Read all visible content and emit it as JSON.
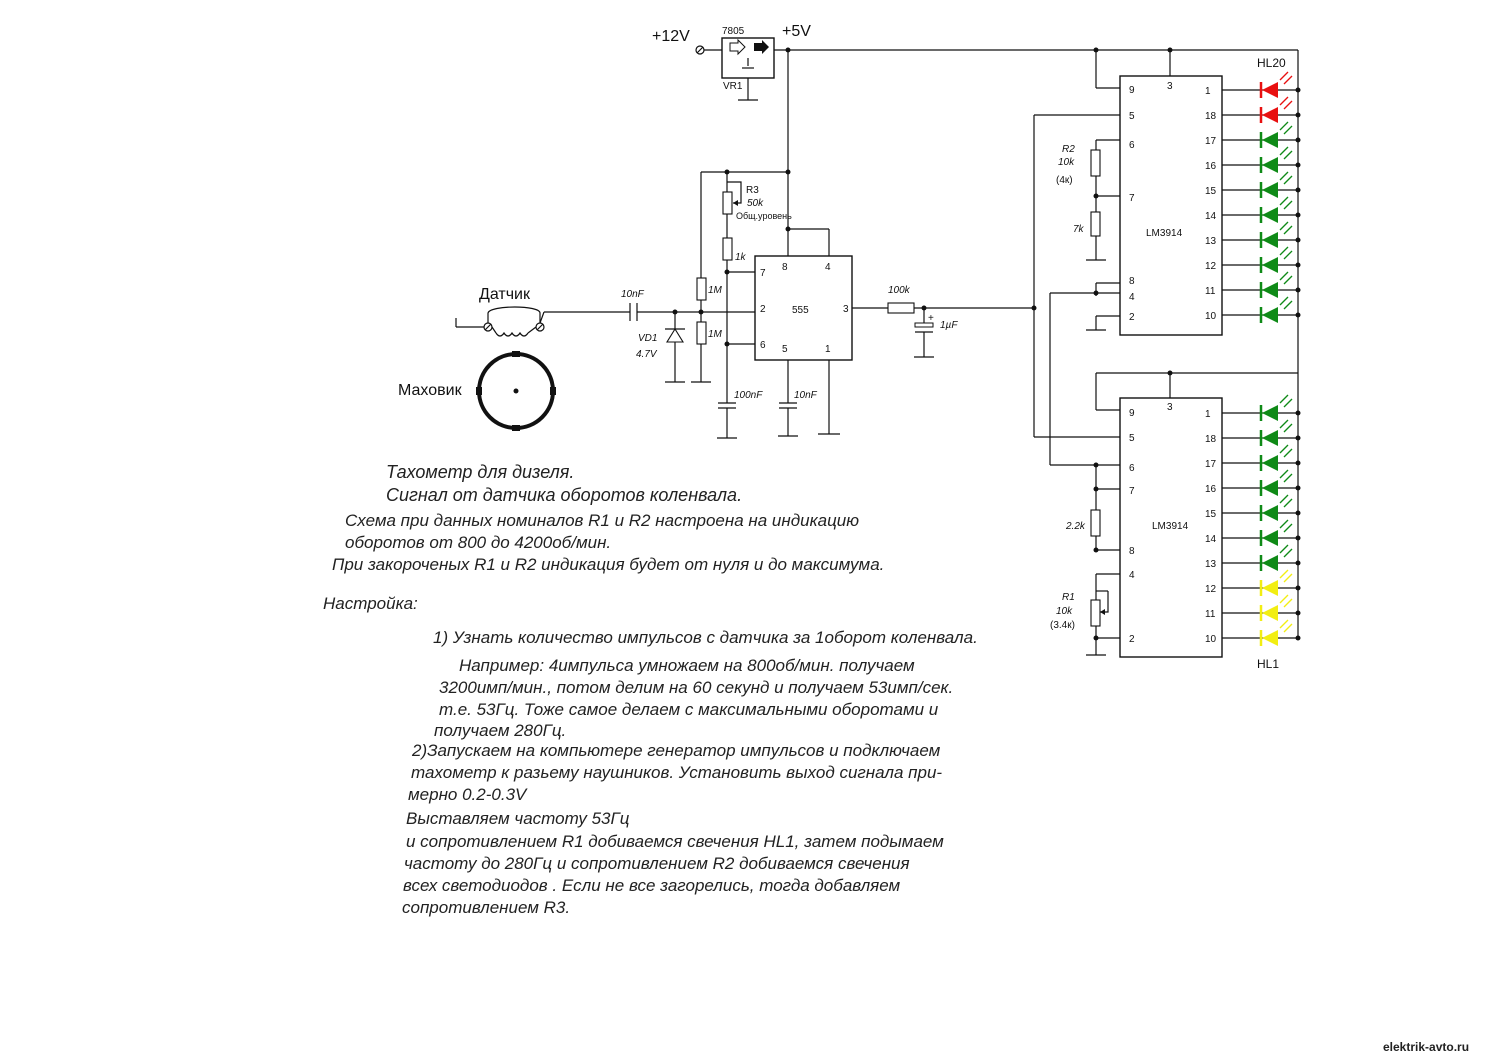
{
  "schematic": {
    "power_in": "+12V",
    "regulator": "7805",
    "regulator_ref": "VR1",
    "power_out": "+5V",
    "sensor_label": "Датчик",
    "flywheel_label": "Маховик",
    "cap_in": "10nF",
    "zener_ref": "VD1",
    "zener_value": "4.7V",
    "r3_ref": "R3",
    "r3_value": "50k",
    "r3_note": "Общ.уровень",
    "r_1k": "1k",
    "r_1m_top": "1M",
    "r_1m_bottom": "1M",
    "cap_100nf": "100nF",
    "cap_10nf": "10nF",
    "timer_ic": "555",
    "timer_pins": [
      "7",
      "8",
      "4",
      "2",
      "3",
      "6",
      "5",
      "1"
    ],
    "r_100k": "100k",
    "cap_1uf": "1µF",
    "cap_1uf_plus": "+",
    "driver_ic": "LM3914",
    "r2_ref": "R2",
    "r2_value": "10k",
    "r2_alt": "(4к)",
    "r_7k": "7k",
    "r_2k2": "2.2k",
    "r1_ref": "R1",
    "r1_value": "10k",
    "r1_alt": "(3.4к)",
    "led_top_label": "HL20",
    "led_bottom_label": "HL1",
    "led_pins": [
      "1",
      "18",
      "17",
      "16",
      "15",
      "14",
      "13",
      "12",
      "11",
      "10"
    ],
    "colors": {
      "red": "#e81010",
      "green": "#0f8a17",
      "yellow": "#f2ee12",
      "wire": "#111111"
    }
  },
  "notes": {
    "title1": "Тахометр для дизеля.",
    "title2": "Сигнал от датчика оборотов коленвала.",
    "p1": "Схема при данных номиналов R1 и R2 настроена на индикацию",
    "p2": "оборотов от 800 до 4200об/мин.",
    "p3": "При закороченых  R1 и R2  индикация  будет  от  нуля и  до максимума.",
    "setup": "Настройка:",
    "s1": "1) Узнать количество импульсов с датчика за 1оборот коленвала.",
    "s2": "Например: 4импульса   умножаем на 800об/мин. получаем",
    "s3": "3200имп/мин., потом  делим на 60 секунд и получаем 53имп/сек.",
    "s4": "т.е. 53Гц. Тоже самое делаем с максимальными оборотами и",
    "s5": "получаем 280Гц.",
    "s6": "2)Запускаем на компьютере генератор импульсов и подключаем",
    "s7": "тахометр  к  разьему наушников. Установить выход сигнала при-",
    "s8": "мерно  0.2-0.3V",
    "s9": "Выставляем частоту 53Гц",
    "s10": "и  сопротивлением R1  добиваемся  свечения  HL1, затем подымаем",
    "s11": "частоту до 280Гц  и  сопротивлением  R2  добиваемся  свечения",
    "s12": "всех  светодиодов . Если  не  все  загорелись, тогда  добавляем",
    "s13": "сопротивлением R3."
  },
  "footer": "elektrik-avto.ru"
}
